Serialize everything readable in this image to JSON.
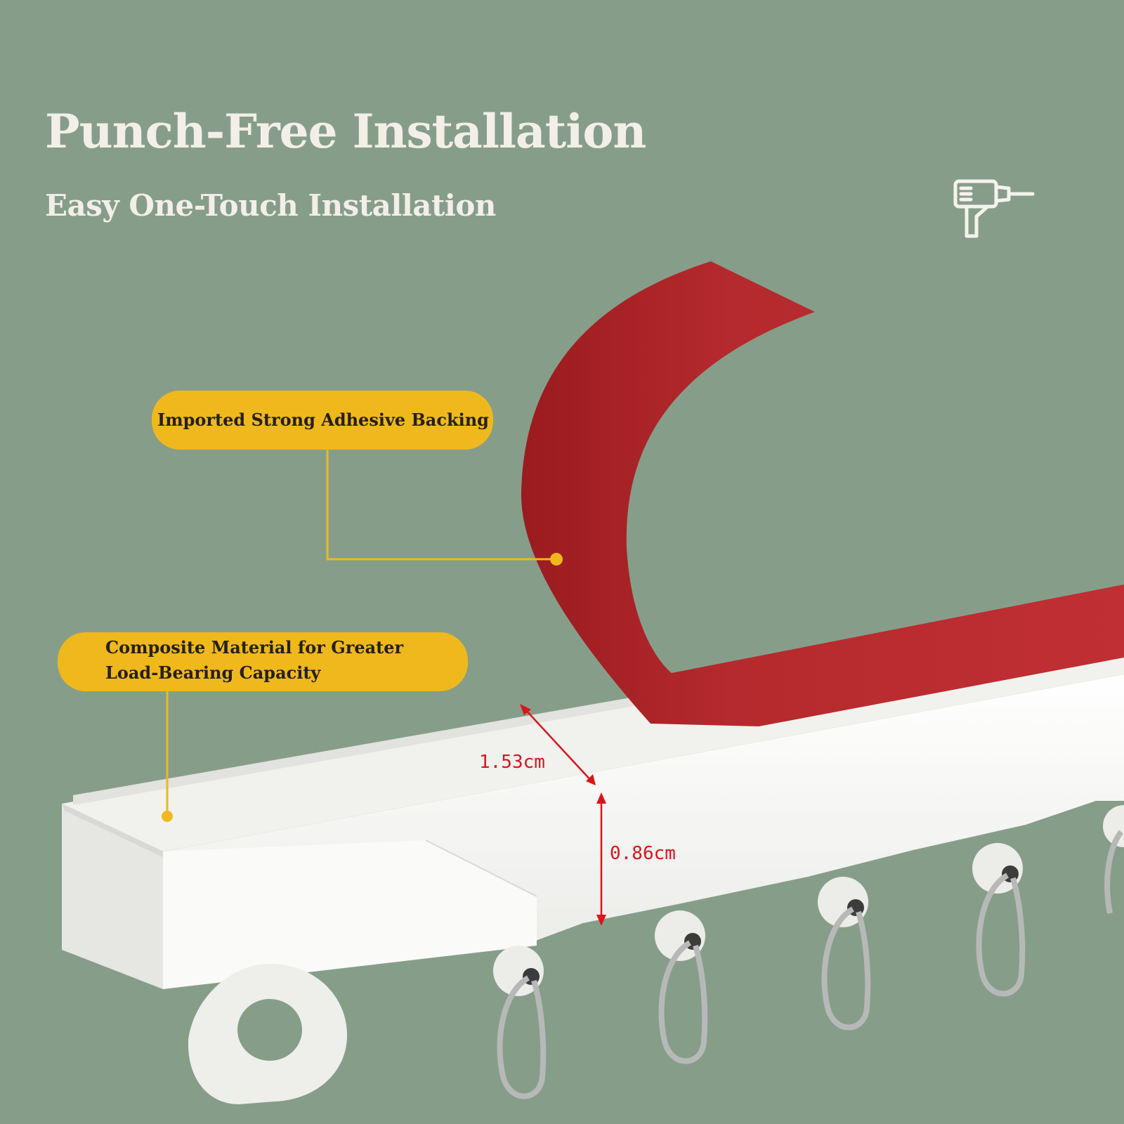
{
  "header": {
    "title": "Punch-Free Installation",
    "subtitle": "Easy One-Touch Installation"
  },
  "icons": {
    "badge": "drill-icon"
  },
  "callouts": [
    {
      "text": "Imported Strong Adhesive Backing"
    },
    {
      "text": "Composite Material for Greater Load-Bearing Capacity"
    }
  ],
  "dimensions": {
    "width": "1.53cm",
    "height": "0.86cm"
  },
  "colors": {
    "background": "#869e89",
    "adhesive_tape": "#b1262a",
    "callout": "#efb81d",
    "dimension": "#d8161c",
    "rail": "#f4f4f2"
  }
}
